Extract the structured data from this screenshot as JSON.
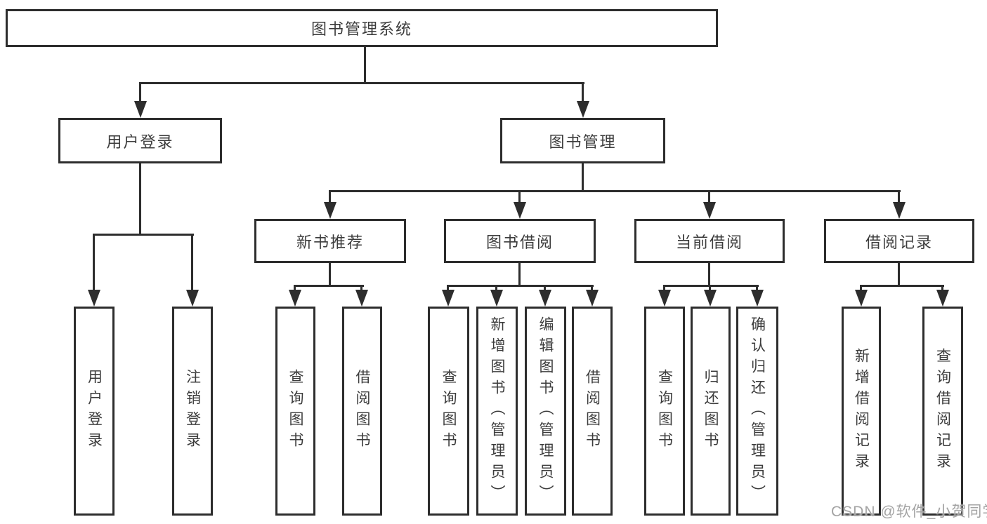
{
  "diagram": {
    "root": {
      "label": "图书管理系统"
    },
    "level2": [
      {
        "id": "user-login",
        "label": "用户登录"
      },
      {
        "id": "book-management",
        "label": "图书管理"
      }
    ],
    "level3": [
      {
        "id": "new-book-recommend",
        "label": "新书推荐"
      },
      {
        "id": "book-borrow",
        "label": "图书借阅"
      },
      {
        "id": "current-borrow",
        "label": "当前借阅"
      },
      {
        "id": "borrow-records",
        "label": "借阅记录"
      }
    ],
    "leaves": {
      "user_login": [
        "用户登录",
        "注销登录"
      ],
      "new_book_recommend": [
        "查询图书",
        "借阅图书"
      ],
      "book_borrow": [
        "查询图书",
        "新增图书（管理员）",
        "编辑图书（管理员）",
        "借阅图书"
      ],
      "current_borrow": [
        "查询图书",
        "归还图书",
        "确认归还（管理员）"
      ],
      "borrow_records": [
        "新增借阅记录",
        "查询借阅记录"
      ]
    }
  },
  "watermark": {
    "text": "CSDN @软件_小贺同学"
  },
  "colors": {
    "line": "#2d2d2d",
    "text": "#3c3c3c",
    "watermark": "#a3a3a3",
    "background": "#ffffff"
  }
}
